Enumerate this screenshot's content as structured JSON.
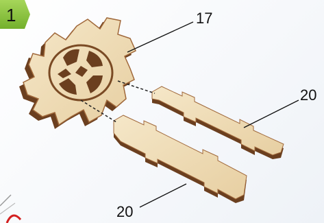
{
  "step": {
    "number": "1",
    "badge_color": "#8dc63f"
  },
  "callouts": {
    "gear": "17",
    "strip_top": "20",
    "strip_bottom": "20"
  },
  "colors": {
    "wood_face": "#efdcb8",
    "wood_edge": "#6b3f1f",
    "wood_edge_light": "#a0683a",
    "leader": "#111111"
  }
}
